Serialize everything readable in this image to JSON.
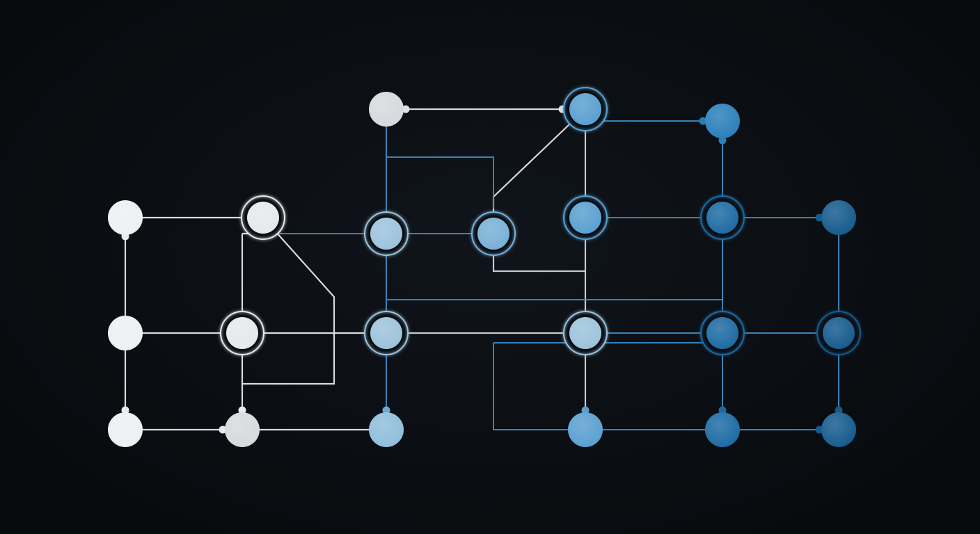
{
  "palette": {
    "background": "#0a0d11",
    "node_shades": [
      "#eeeff1",
      "#e6e8ea",
      "#d6dadd",
      "#9cc3dc",
      "#8fbedb",
      "#78b0d6",
      "#5a9fd0",
      "#2a7fb9",
      "#1c6aa3",
      "#155a8c"
    ],
    "wire_light": "#e3e6e9",
    "wire_blue": "#3f8fca",
    "wire_gray": "#cfd5da"
  },
  "nodes": [
    {
      "id": "n1",
      "shade": 0,
      "ring": false
    },
    {
      "id": "n2",
      "shade": 1,
      "ring": true
    },
    {
      "id": "n3",
      "shade": 0,
      "ring": false
    },
    {
      "id": "n4",
      "shade": 1,
      "ring": true
    },
    {
      "id": "n5",
      "shade": 0,
      "ring": false
    },
    {
      "id": "n6",
      "shade": 2,
      "ring": false
    },
    {
      "id": "n7",
      "shade": 2,
      "ring": false
    },
    {
      "id": "n8",
      "shade": 3,
      "ring": true
    },
    {
      "id": "n9",
      "shade": 3,
      "ring": true
    },
    {
      "id": "n10",
      "shade": 4,
      "ring": false
    },
    {
      "id": "n11",
      "shade": 5,
      "ring": true
    },
    {
      "id": "n12",
      "shade": 6,
      "ring": true
    },
    {
      "id": "n13",
      "shade": 6,
      "ring": true
    },
    {
      "id": "n14",
      "shade": 3,
      "ring": true
    },
    {
      "id": "n15",
      "shade": 6,
      "ring": false
    },
    {
      "id": "n16",
      "shade": 7,
      "ring": false
    },
    {
      "id": "n17",
      "shade": 8,
      "ring": true
    },
    {
      "id": "n18",
      "shade": 8,
      "ring": true
    },
    {
      "id": "n19",
      "shade": 8,
      "ring": false
    },
    {
      "id": "n20",
      "shade": 9,
      "ring": false
    },
    {
      "id": "n21",
      "shade": 9,
      "ring": true
    },
    {
      "id": "n22",
      "shade": 9,
      "ring": false
    }
  ]
}
